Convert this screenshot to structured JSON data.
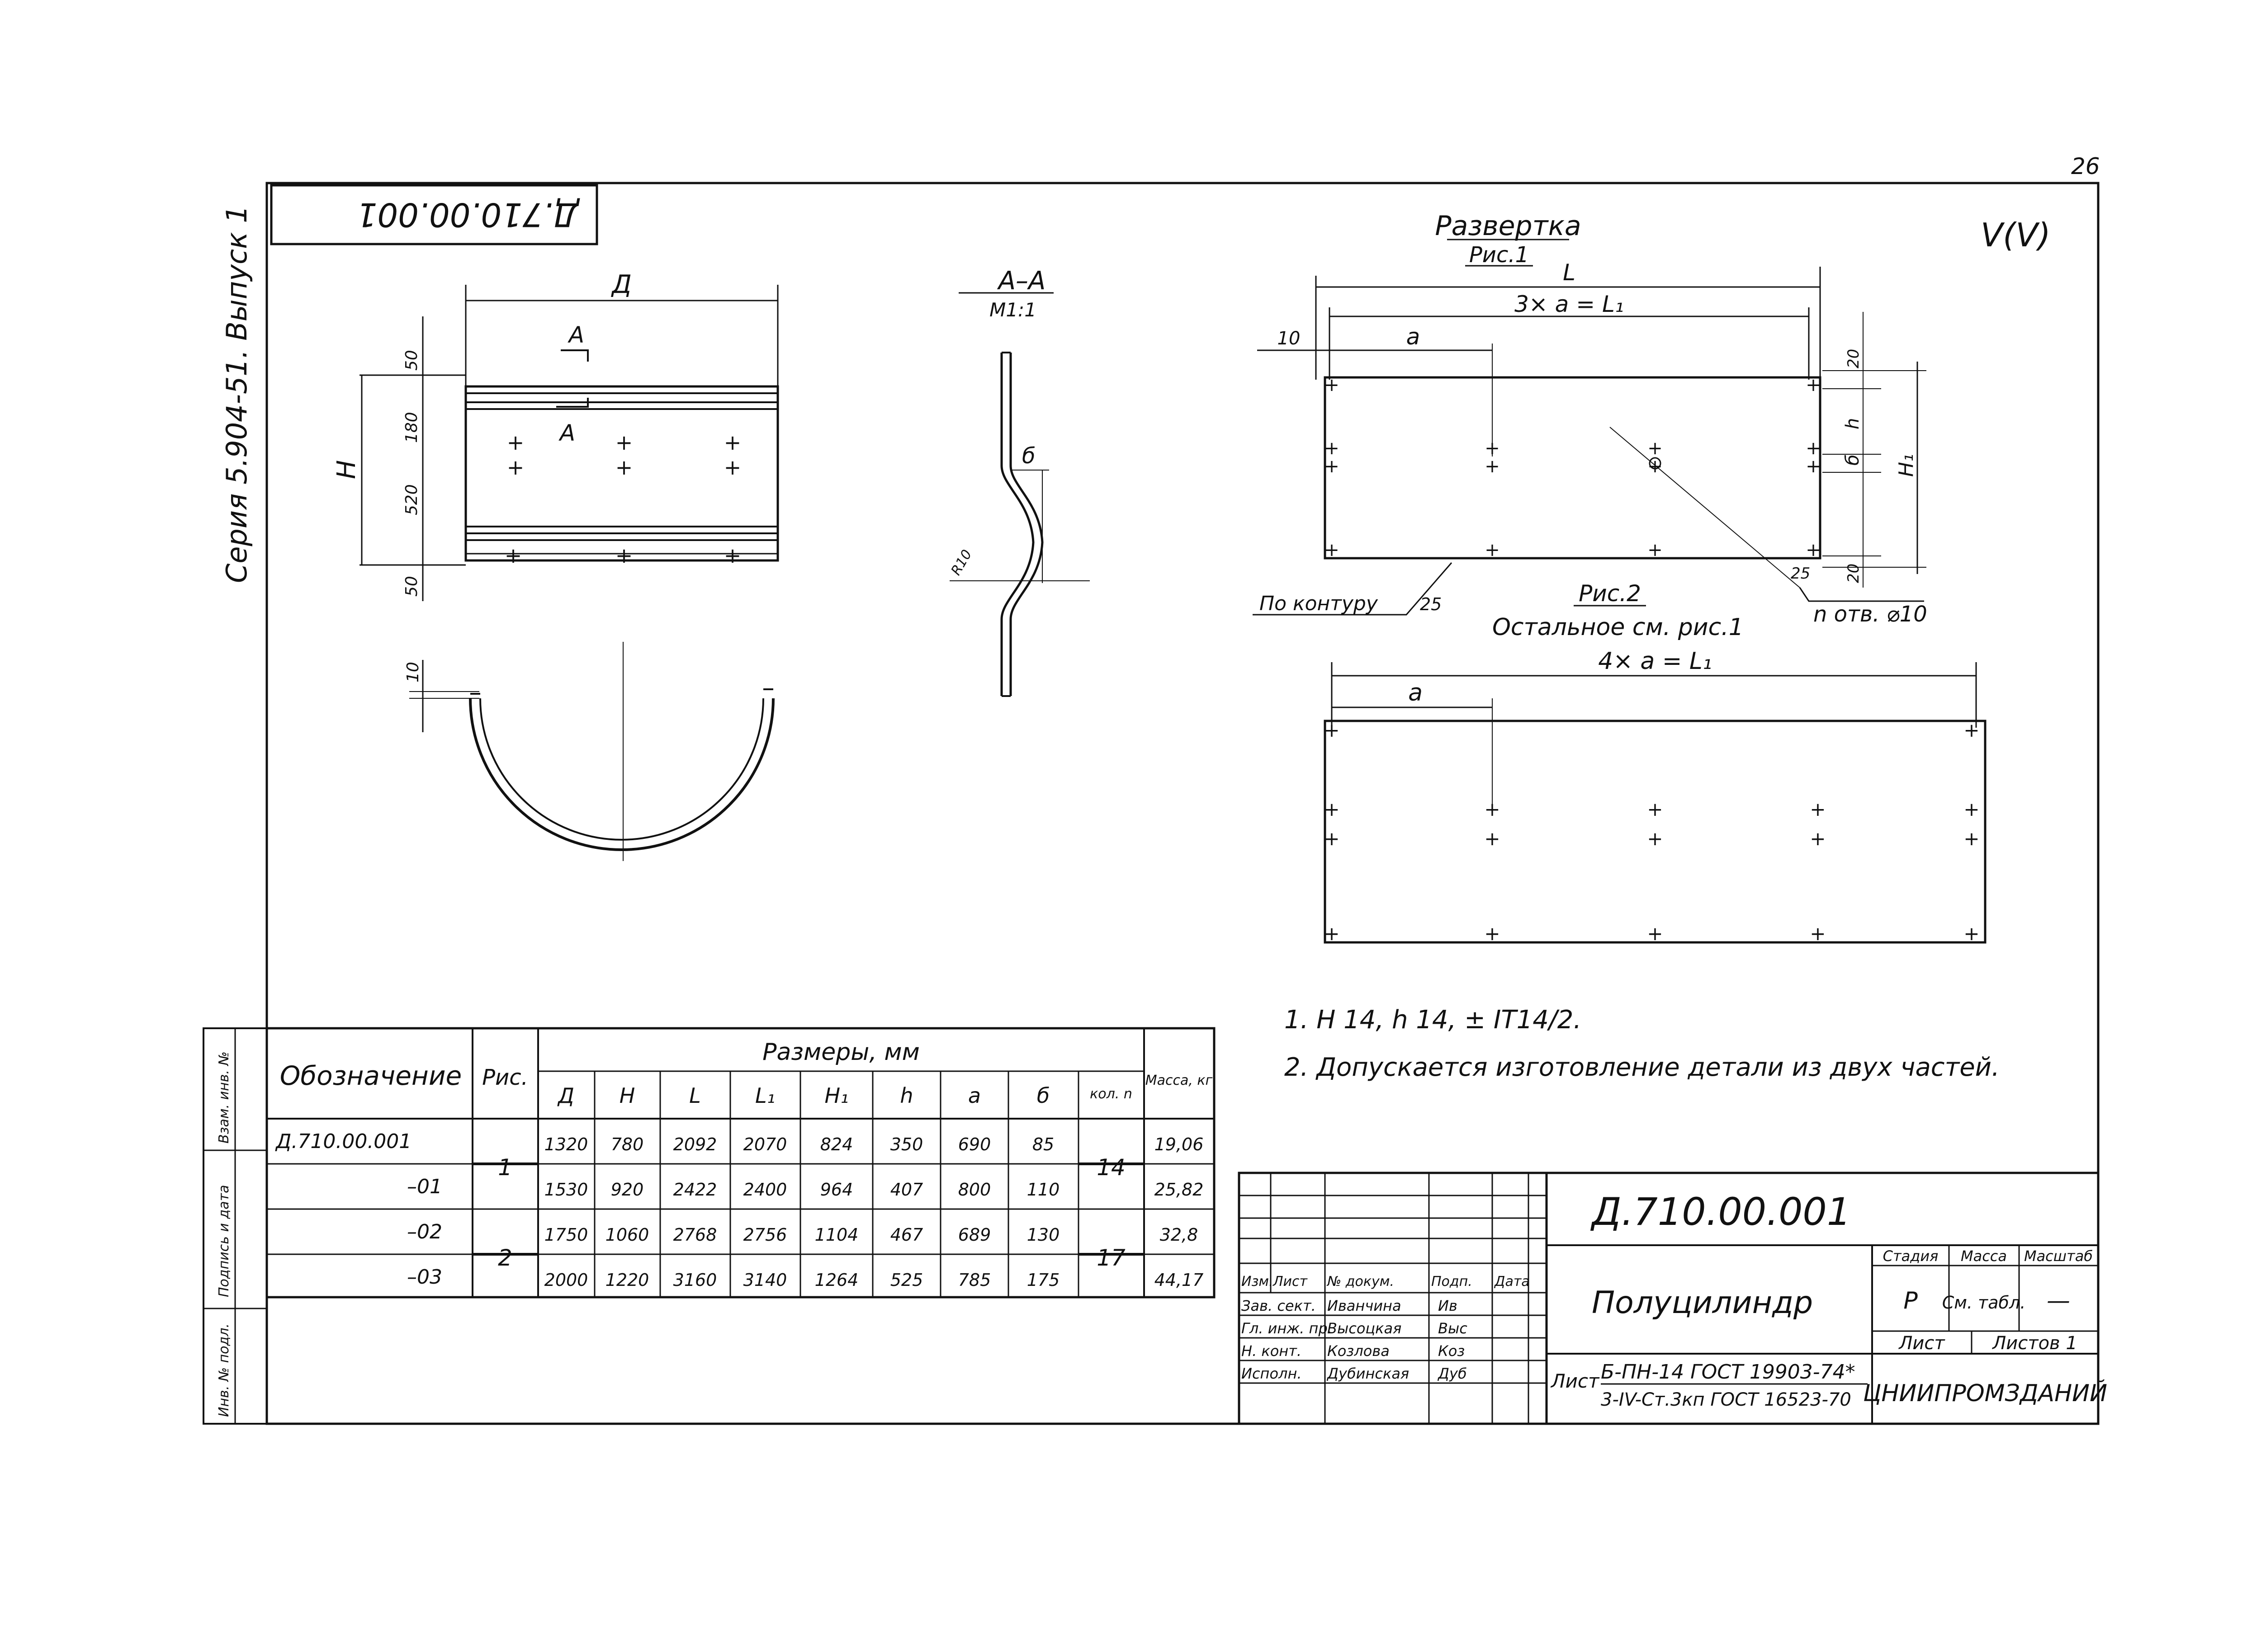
{
  "page_number": "26",
  "corner_mark": "V(V)",
  "rotated_stamp": "Д.710.00.001",
  "series_margin": "Серия 5.904-51. Выпуск 1",
  "left_strip": [
    "Взам. инв. №",
    "Подпись и дата",
    "Инв. № подл."
  ],
  "views": {
    "front": {
      "dim_D": "Д",
      "dim_H": "Н",
      "section_mark": "А",
      "vertical_dims": [
        "50",
        "180",
        "520",
        "50"
      ]
    },
    "half_view": {
      "dim": "10"
    },
    "section": {
      "title": "А–А",
      "scale": "М1:1",
      "dim_b": "б",
      "radius": "R10"
    },
    "development": {
      "title": "Развертка",
      "fig1": "Рис.1",
      "dim_L": "L",
      "dim_3a": "3× a = L₁",
      "dim_10": "10",
      "dim_a": "a",
      "dims_right": [
        "20",
        "h",
        "б",
        "H₁",
        "20"
      ],
      "contour": "По контуру",
      "contour_num": "25",
      "fig2": "Рис.2",
      "see_fig1": "Остальное см. рис.1",
      "holes": "n отв. ⌀10",
      "hole_size": "25",
      "dim_4a": "4× a = L₁",
      "dim_a2": "a"
    }
  },
  "notes": [
    "1. H 14, h 14, ± IT14/2.",
    "2. Допускается изготовление детали из двух частей."
  ],
  "table": {
    "headers": [
      "Обозначение",
      "Рис.",
      "Размеры, мм",
      "Масса, кг"
    ],
    "sub_headers": [
      "Д",
      "Н",
      "L",
      "L₁",
      "H₁",
      "h",
      "a",
      "б",
      "кол. n"
    ],
    "rows": [
      {
        "designation": "Д.710.00.001",
        "fig": "1",
        "values": [
          "1320",
          "780",
          "2092",
          "2070",
          "824",
          "350",
          "690",
          "85"
        ],
        "n": "14",
        "mass": "19,06"
      },
      {
        "designation": "–01",
        "fig": "",
        "values": [
          "1530",
          "920",
          "2422",
          "2400",
          "964",
          "407",
          "800",
          "110"
        ],
        "n": "",
        "mass": "25,82"
      },
      {
        "designation": "–02",
        "fig": "2",
        "values": [
          "1750",
          "1060",
          "2768",
          "2756",
          "1104",
          "467",
          "689",
          "130"
        ],
        "n": "17",
        "mass": "32,8"
      },
      {
        "designation": "–03",
        "fig": "",
        "values": [
          "2000",
          "1220",
          "3160",
          "3140",
          "1264",
          "525",
          "785",
          "175"
        ],
        "n": "",
        "mass": "44,17"
      }
    ]
  },
  "title_block": {
    "code": "Д.710.00.001",
    "name": "Полуцилиндр",
    "stage_label": "Стадия",
    "mass_label": "Масса",
    "scale_label": "Масштаб",
    "stage": "Р",
    "mass": "См. табл.",
    "scale": "—",
    "sheet": "Лист",
    "sheets": "Листов 1",
    "material_prefix": "Лист",
    "material_line1": "Б-ПН-14 ГОСТ 19903-74*",
    "material_line2": "3-IV-Ст.3кп ГОСТ 16523-70",
    "org": "ЦНИИПРОМЗДАНИЙ",
    "stamp_headers": [
      "Изм.",
      "Лист",
      "№ докум.",
      "Подп.",
      "Дата"
    ],
    "signers": [
      {
        "role": "Зав. сект.",
        "name": "Иванчина",
        "sign": "Ив"
      },
      {
        "role": "Гл. инж. пр.",
        "name": "Высоцкая",
        "sign": "Выс"
      },
      {
        "role": "Н. конт.",
        "name": "Козлова",
        "sign": "Коз"
      },
      {
        "role": "Исполн.",
        "name": "Дубинская",
        "sign": "Дуб"
      }
    ]
  }
}
